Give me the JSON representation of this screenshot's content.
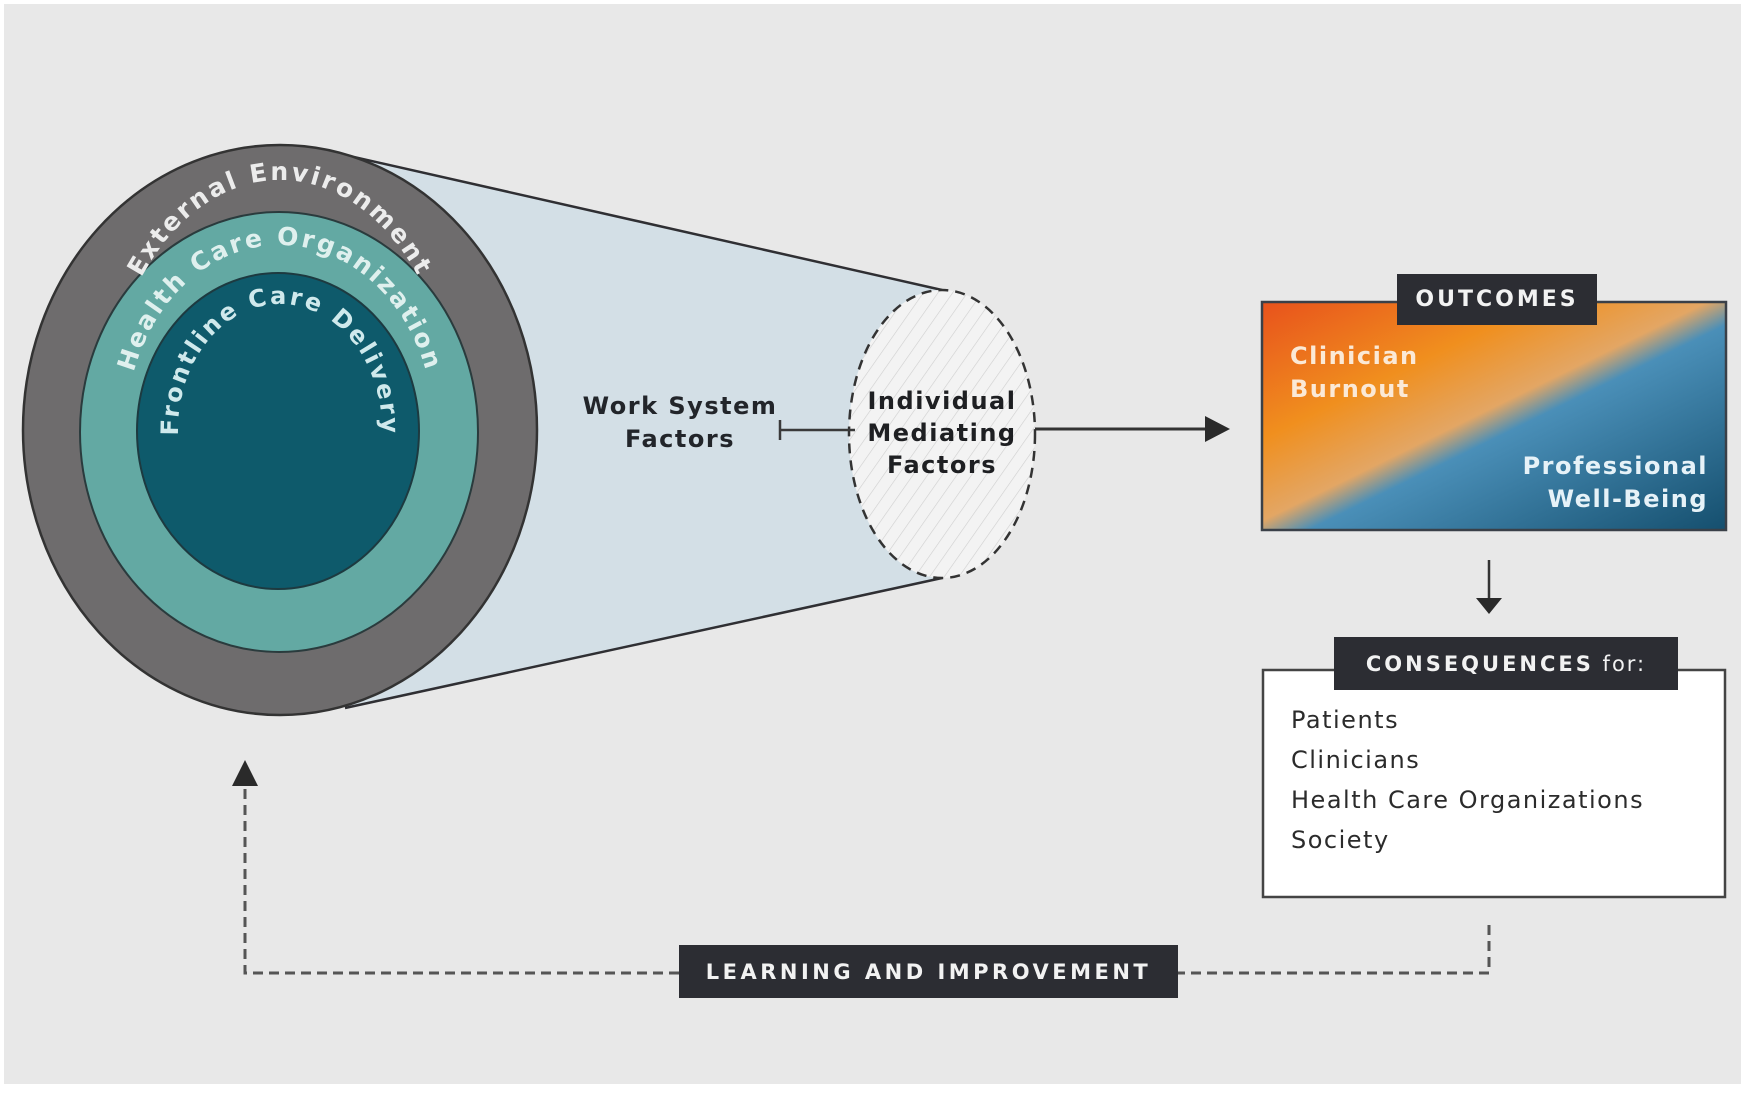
{
  "diagram": {
    "rings": {
      "outer": {
        "label": "External Environment",
        "color": "#6e6c6d"
      },
      "middle": {
        "label": "Health Care Organization",
        "color": "#63a9a3"
      },
      "inner": {
        "label": "Frontline Care Delivery",
        "color": "#0e5a6b"
      }
    },
    "work_system": {
      "line1": "Work System",
      "line2": "Factors"
    },
    "mediating": {
      "line1": "Individual",
      "line2": "Mediating",
      "line3": "Factors"
    },
    "outcomes": {
      "title": "OUTCOMES",
      "burnout": {
        "line1": "Clinician",
        "line2": "Burnout"
      },
      "wellbeing": {
        "line1": "Professional",
        "line2": "Well-Being"
      },
      "gradient_colors": [
        "#e8521c",
        "#f08f1e",
        "#e3a664",
        "#4a8fb8",
        "#154f6e"
      ]
    },
    "consequences": {
      "title_bold": "CONSEQUENCES",
      "title_rest": " for:",
      "items": [
        "Patients",
        "Clinicians",
        "Health Care Organizations",
        "Society"
      ]
    },
    "feedback": {
      "label": "LEARNING AND IMPROVEMENT"
    },
    "colors": {
      "panel": "#e8e8e8",
      "cone": "#d3dfe6",
      "dark_label": "#2c2d33",
      "line": "#333333"
    }
  }
}
